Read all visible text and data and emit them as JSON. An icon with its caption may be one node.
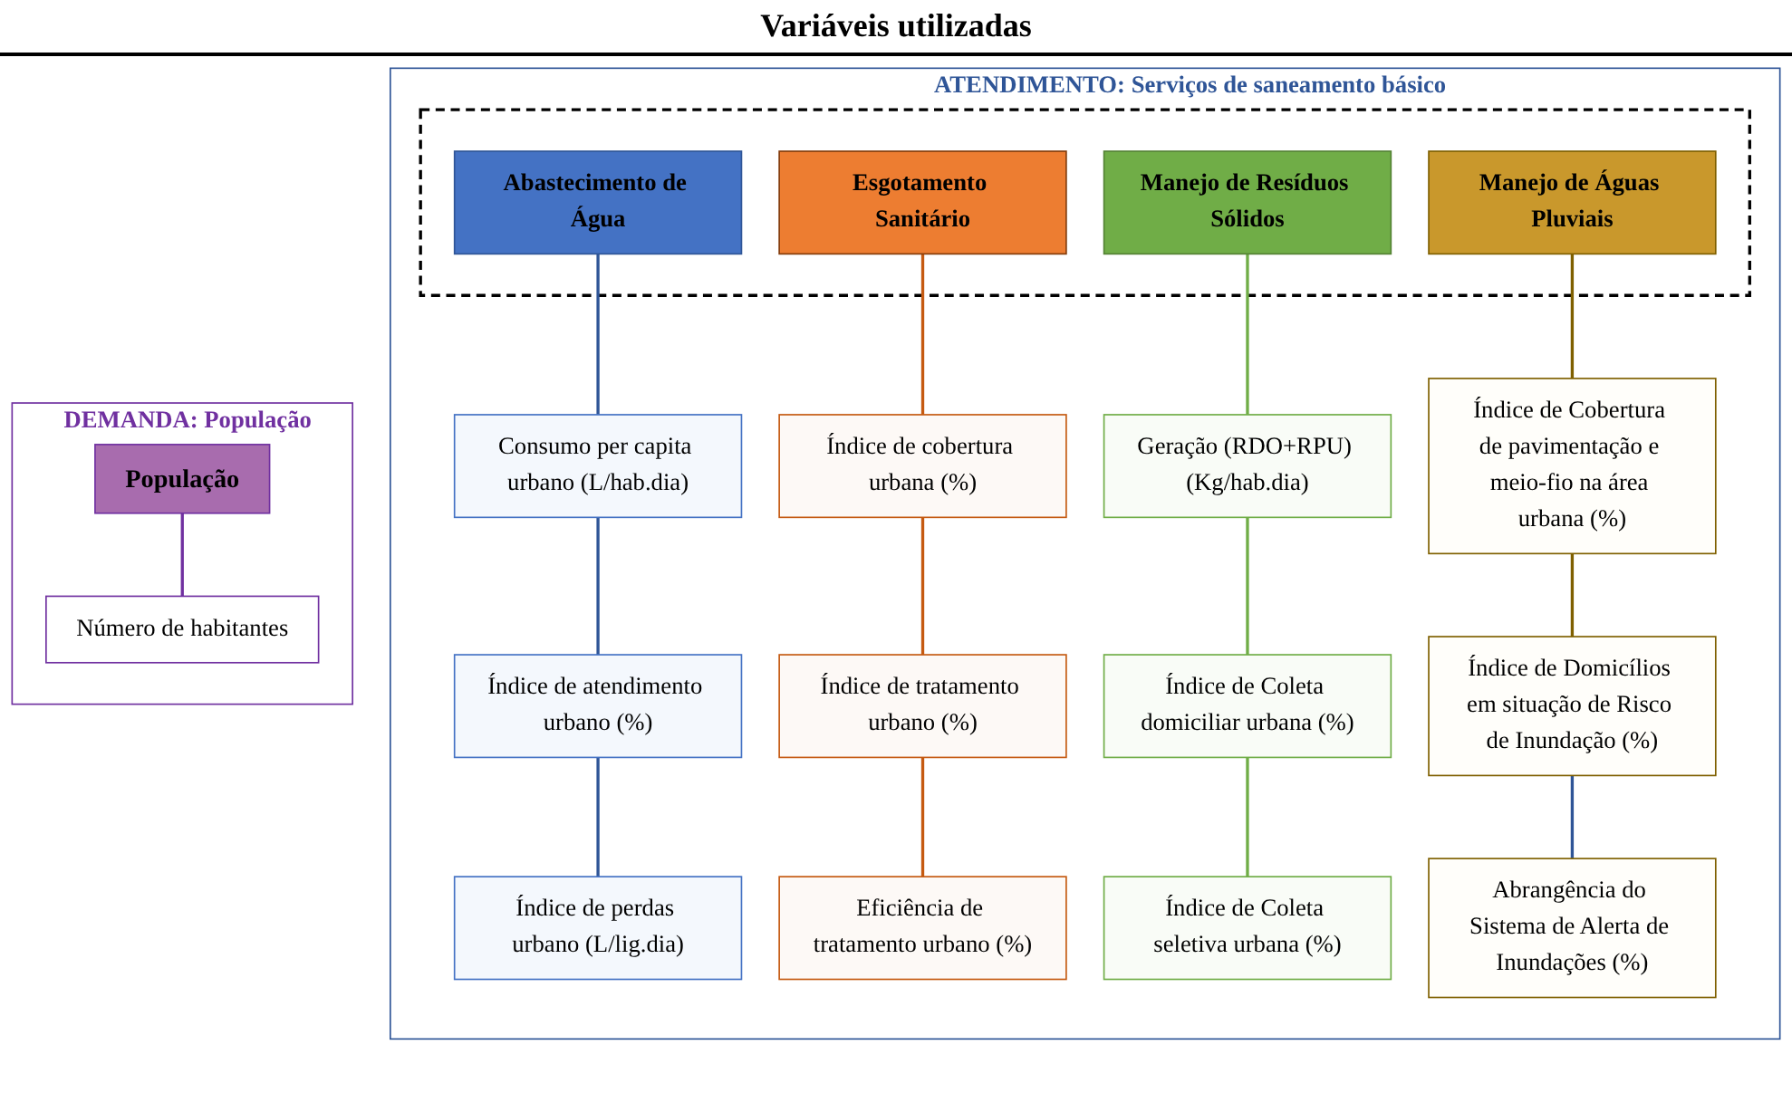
{
  "diagram": {
    "title": "Variáveis utilizadas",
    "nodes": [
      {
        "text": [
          "DEMANDA: População"
        ]
      },
      {
        "text": [
          "População"
        ],
        "in": 0
      },
      {
        "text": [
          "Número de habitantes"
        ],
        "in": 0
      },
      {
        "text": [
          "ATENDIMENTO: Serviços de saneamento básico"
        ]
      },
      {
        "text": [],
        "shape": "box",
        "in": 3
      },
      {
        "text": [
          "Abastecimento de Água"
        ],
        "in": 4
      },
      {
        "text": [
          "Esgotamento Sanitário"
        ],
        "in": 4
      },
      {
        "text": [
          "Manejo de Resíduos Sólidos"
        ],
        "in": 4
      },
      {
        "text": [
          "Manejo de Águas Pluviais"
        ],
        "in": 4
      },
      {
        "text": [
          "Consumo per capita urbano (L/hab.dia)"
        ],
        "in": 3
      },
      {
        "text": [
          "Índice de cobertura urbana (%)"
        ],
        "in": 3
      },
      {
        "text": [
          "Geração (RDO+RPU) (Kg/hab.dia)"
        ],
        "in": 3
      },
      {
        "text": [
          "Índice de Cobertura de pavimentação e meio-fio na área urbana (%)"
        ],
        "in": 3
      },
      {
        "text": [
          "Índice de atendimento urbano (%)"
        ],
        "in": 3
      },
      {
        "text": [
          "Índice de tratamento urbano (%)"
        ],
        "in": 3
      },
      {
        "text": [
          "Índice de Coleta domiciliar urbana (%)"
        ],
        "in": 3
      },
      {
        "text": [
          "Índice de Domicílios em situação de Risco de Inundação (%)"
        ],
        "in": 3
      },
      {
        "text": [
          "Índice de perdas urbano (L/lig.dia)"
        ],
        "in": 3
      },
      {
        "text": [
          "Eficiência de tratamento urbano (%)"
        ],
        "in": 3
      },
      {
        "text": [
          "Índice de Coleta seletiva urbana (%)"
        ],
        "in": 3
      },
      {
        "text": [
          "Abrangência do Sistema de Alerta de Inundações (%)"
        ],
        "in": 3
      }
    ],
    "edges": [
      {
        "from": 1,
        "to": 2,
        "arrow": "none",
        "color": "#7030a0"
      },
      {
        "from": 5,
        "to": 9,
        "arrow": "none",
        "color": "#2f5597"
      },
      {
        "from": 9,
        "to": 13,
        "arrow": "none",
        "color": "#2f5597"
      },
      {
        "from": 13,
        "to": 17,
        "arrow": "none",
        "color": "#2f5597"
      },
      {
        "from": 6,
        "to": 10,
        "arrow": "none",
        "color": "#c55a11"
      },
      {
        "from": 10,
        "to": 14,
        "arrow": "none",
        "color": "#c55a11"
      },
      {
        "from": 14,
        "to": 18,
        "arrow": "none",
        "color": "#c55a11"
      },
      {
        "from": 7,
        "to": 11,
        "arrow": "none",
        "color": "#70ad47"
      },
      {
        "from": 11,
        "to": 15,
        "arrow": "none",
        "color": "#70ad47"
      },
      {
        "from": 15,
        "to": 19,
        "arrow": "none",
        "color": "#70ad47"
      },
      {
        "from": 8,
        "to": 12,
        "arrow": "none",
        "color": "#7f6000"
      },
      {
        "from": 12,
        "to": 16,
        "arrow": "none",
        "color": "#7f6000"
      },
      {
        "from": 16,
        "to": 20,
        "arrow": "none",
        "color": "#2f5597"
      }
    ]
  }
}
